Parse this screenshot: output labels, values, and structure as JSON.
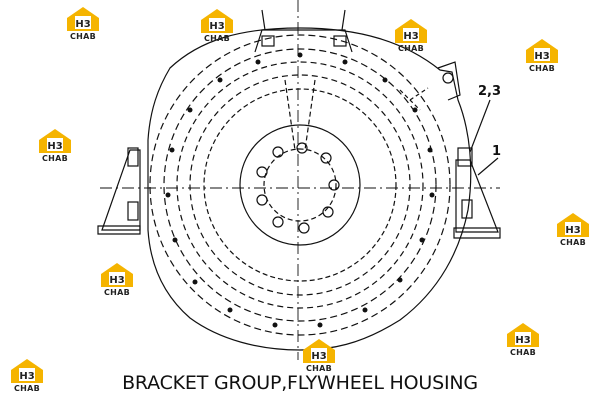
{
  "diagram": {
    "caption": "BRACKET GROUP,FLYWHEEL HOUSING",
    "callouts": [
      {
        "id": "callout-23",
        "text": "2,3"
      },
      {
        "id": "callout-1",
        "text": "1"
      }
    ]
  },
  "watermark": {
    "mark": "H3",
    "text": "CHAB",
    "color": "#f5b400"
  },
  "colors": {
    "line": "#111111",
    "background": "#ffffff"
  }
}
